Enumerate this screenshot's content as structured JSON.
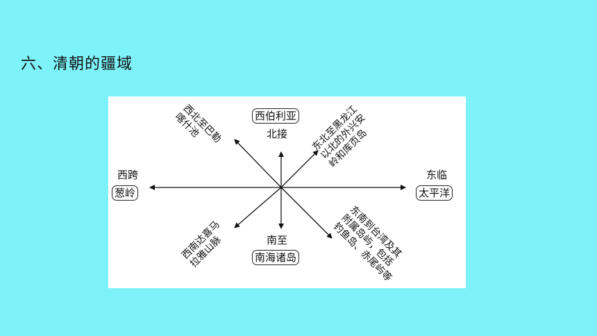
{
  "heading": "六、清朝的疆域",
  "diagram": {
    "north": {
      "region": "西伯利亚",
      "direction": "北接"
    },
    "south": {
      "direction": "南至",
      "region": "南海诸岛"
    },
    "east": {
      "direction": "东临",
      "region": "太平洋"
    },
    "west": {
      "direction": "西跨",
      "region": "葱岭"
    },
    "northwest": {
      "lines": [
        "西北至巴勒",
        "喀什池"
      ]
    },
    "northeast": {
      "lines": [
        "东北至黑龙江",
        "以北的外兴安",
        "岭和库页岛"
      ]
    },
    "southwest": {
      "lines": [
        "西南达喜马",
        "拉雅山脉"
      ]
    },
    "southeast": {
      "lines": [
        "东南到台湾及其",
        "附属岛屿，包括",
        "钓鱼岛、赤尾屿等"
      ]
    }
  },
  "colors": {
    "background": "#7df3f9",
    "panel": "#ffffff",
    "ink": "#111111"
  }
}
